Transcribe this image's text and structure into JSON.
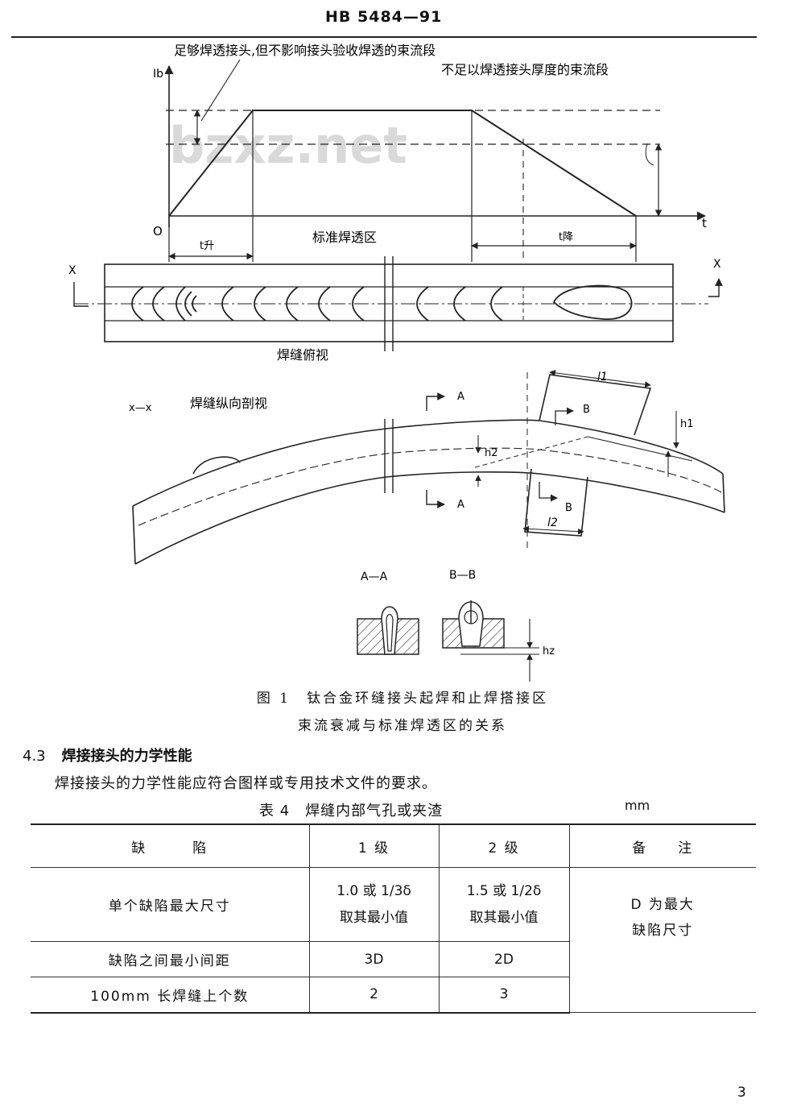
{
  "header": {
    "standard_code": "HB 5484—91"
  },
  "figure": {
    "annotations": {
      "top_label": "足够焊透接头,但不影响接头验收焊透的束流段",
      "right_label": "不足以焊透接头厚度的束流段",
      "y_axis": "Ib",
      "x_axis": "t",
      "origin": "O",
      "t_rise": "t升",
      "standard_zone": "标准焊透区",
      "t_fall": "t降",
      "top_view_label": "焊缝俯视",
      "section_mark": "x—x",
      "section_view_label": "焊缝纵向剖视",
      "cut_x_left": "X",
      "cut_x_right": "X",
      "cut_a_top": "A",
      "cut_a_bottom": "A",
      "cut_b_top": "B",
      "cut_b_bottom": "B",
      "dim_l1": "l1",
      "dim_l2": "l2",
      "dim_h1": "h1",
      "dim_h2": "h2",
      "section_aa": "A—A",
      "section_bb": "B—B",
      "dim_hz": "hz",
      "watermark": "bzxz.net"
    },
    "caption_line1": "图 1　钛合金环缝接头起焊和止焊搭接区",
    "caption_line2": "束流衰减与标准焊透区的关系"
  },
  "section": {
    "number": "4.3",
    "title": "焊接接头的力学性能",
    "body": "焊接接头的力学性能应符合图样或专用技术文件的要求。"
  },
  "table": {
    "title": "表 4　焊缝内部气孔或夹渣",
    "unit": "mm",
    "headers": [
      "缺　　　陷",
      "1 级",
      "2 级",
      "备　　注"
    ],
    "rows": [
      {
        "name": "单个缺陷最大尺寸",
        "grade1_line1": "1.0 或 1/3δ",
        "grade1_line2": "取其最小值",
        "grade2_line1": "1.5 或 1/2δ",
        "grade2_line2": "取其最小值"
      },
      {
        "name": "缺陷之间最小间距",
        "grade1": "3D",
        "grade2": "2D"
      },
      {
        "name": "100mm 长焊缝上个数",
        "grade1": "2",
        "grade2": "3"
      }
    ],
    "note_line1": "D 为最大",
    "note_line2": "缺陷尺寸"
  },
  "page_number": "3"
}
